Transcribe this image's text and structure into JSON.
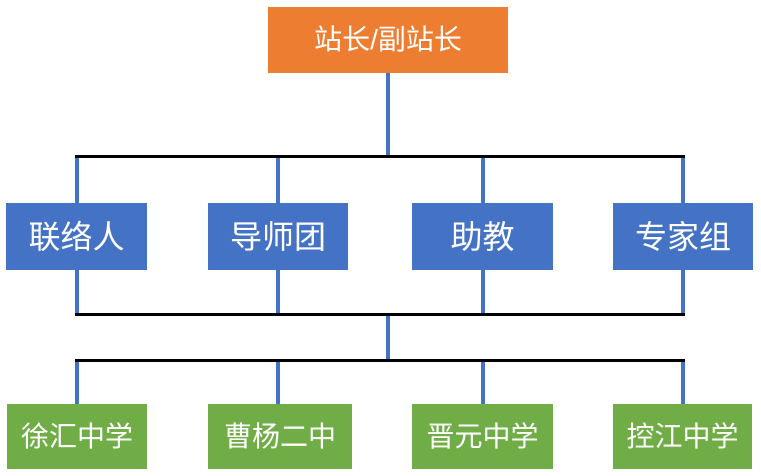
{
  "diagram": {
    "type": "org-chart",
    "root": {
      "label": "站长/副站长"
    },
    "level2": [
      {
        "label": "联络人"
      },
      {
        "label": "导师团"
      },
      {
        "label": "助教"
      },
      {
        "label": "专家组"
      }
    ],
    "level3": [
      {
        "label": "徐汇中学"
      },
      {
        "label": "曹杨二中"
      },
      {
        "label": "晋元中学"
      },
      {
        "label": "控江中学"
      }
    ],
    "colors": {
      "root_fill": "#ED7D31",
      "level2_fill": "#4472C4",
      "level3_fill": "#70AD47",
      "connector_vertical": "#4472C4",
      "connector_horizontal": "#000000",
      "text": "#FFFFFF",
      "background": "#FFFFFF"
    }
  }
}
